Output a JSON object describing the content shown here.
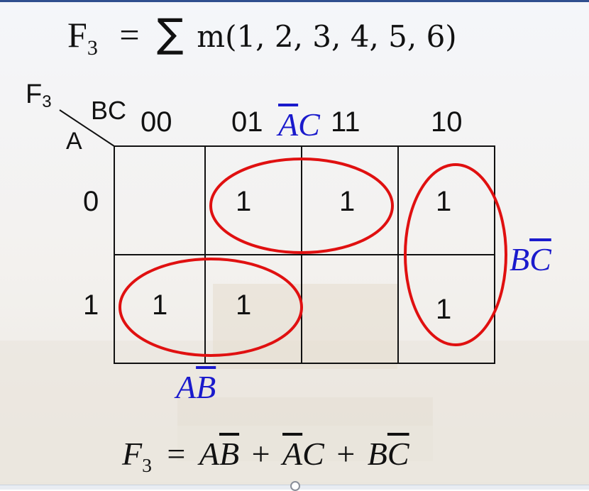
{
  "title": {
    "lhs_main": "F",
    "lhs_sub": "3",
    "equals": "=",
    "sigma": "∑",
    "expr": "m(1, 2, 3, 4, 5, 6)"
  },
  "kmap": {
    "func_label_main": "F",
    "func_label_sub": "3",
    "col_var": "BC",
    "row_var": "A",
    "col_headers": [
      "00",
      "01",
      "11",
      "10"
    ],
    "row_headers": [
      "0",
      "1"
    ],
    "cells": [
      [
        "",
        "1",
        "1",
        "1"
      ],
      [
        "1",
        "1",
        "",
        "1"
      ]
    ]
  },
  "groups": {
    "g1": {
      "main": "A",
      "tail": "C"
    },
    "g2": {
      "main": "B",
      "tail": "C"
    },
    "g3": {
      "main": "A",
      "tail": "B"
    }
  },
  "result": {
    "lhs_main": "F",
    "lhs_sub": "3",
    "equals": "=",
    "t1_a": "A",
    "t1_b": "B",
    "plus1": "+",
    "t2_a": "A",
    "t2_b": "C",
    "plus2": "+",
    "t3_a": "B",
    "t3_b": "C"
  },
  "colors": {
    "loop": "#e01010",
    "term": "#1a1acc",
    "grid": "#111111"
  }
}
